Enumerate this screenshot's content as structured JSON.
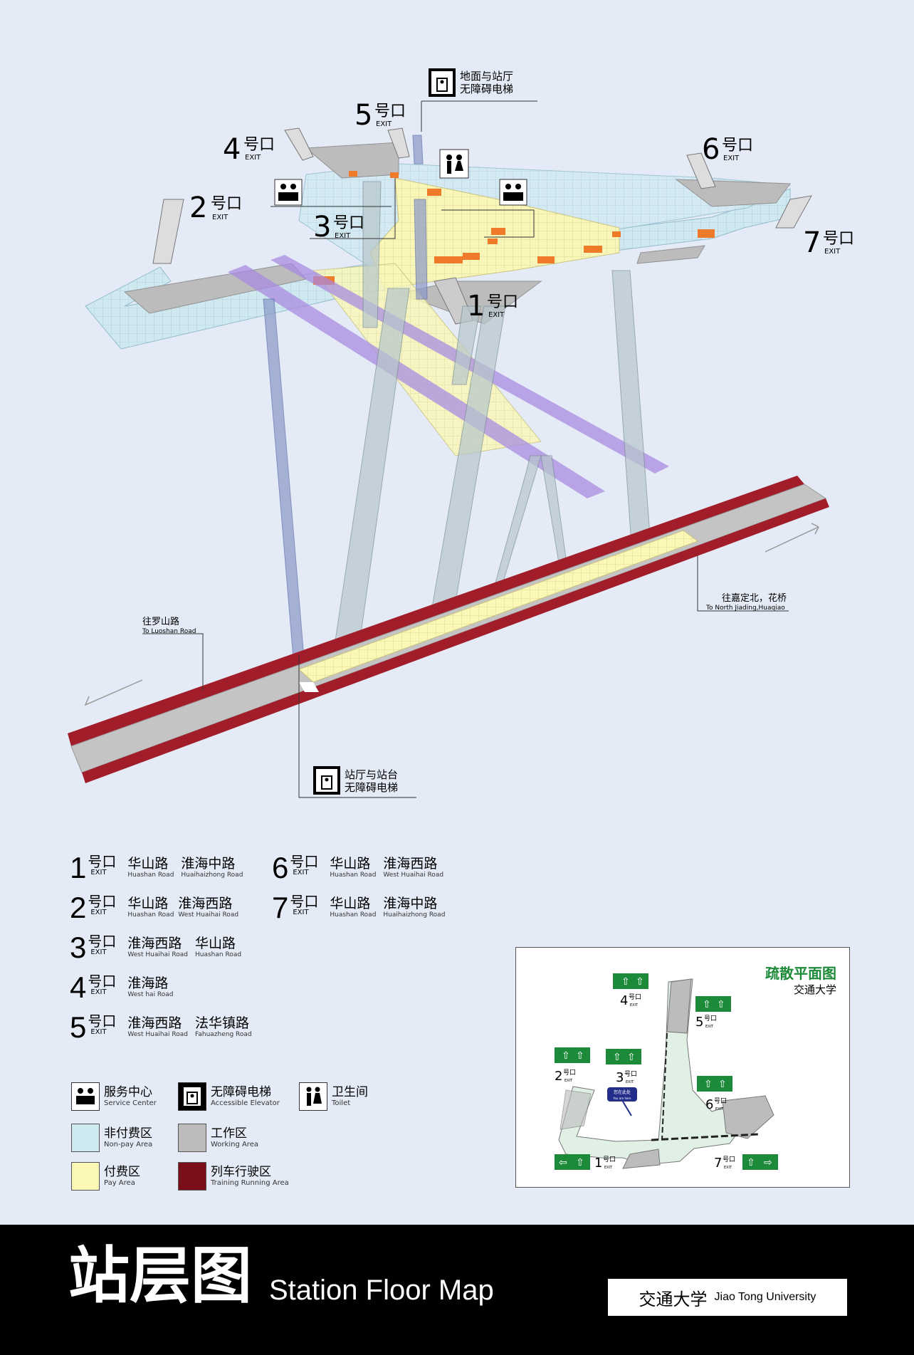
{
  "diagram": {
    "exits": [
      {
        "num": "1",
        "hao": "号口",
        "exit": "EXIT"
      },
      {
        "num": "2",
        "hao": "号口",
        "exit": "EXIT"
      },
      {
        "num": "3",
        "hao": "号口",
        "exit": "EXIT"
      },
      {
        "num": "4",
        "hao": "号口",
        "exit": "EXIT"
      },
      {
        "num": "5",
        "hao": "号口",
        "exit": "EXIT"
      },
      {
        "num": "6",
        "hao": "号口",
        "exit": "EXIT"
      },
      {
        "num": "7",
        "hao": "号口",
        "exit": "EXIT"
      }
    ],
    "elevator_top": {
      "line1": "地面与站厅",
      "line2": "无障碍电梯"
    },
    "elevator_bottom": {
      "line1": "站厅与站台",
      "line2": "无障碍电梯"
    },
    "dir_left": {
      "cn": "往罗山路",
      "en": "To Luoshan Road"
    },
    "dir_right": {
      "cn": "往嘉定北，花桥",
      "en": "To North Jiading,Huaqiao"
    }
  },
  "legend": {
    "exits": [
      {
        "num": "1",
        "hao": "号口",
        "exit": "EXIT",
        "roads": [
          {
            "cn": "华山路",
            "en": "Huashan Road"
          },
          {
            "cn": "淮海中路",
            "en": "Huaihaizhong Road"
          }
        ]
      },
      {
        "num": "2",
        "hao": "号口",
        "exit": "EXIT",
        "roads": [
          {
            "cn": "华山路",
            "en": "Huashan Road"
          },
          {
            "cn": "淮海西路",
            "en": "West Huaihai Road"
          }
        ]
      },
      {
        "num": "3",
        "hao": "号口",
        "exit": "EXIT",
        "roads": [
          {
            "cn": "淮海西路",
            "en": "West Huaihai Road"
          },
          {
            "cn": "华山路",
            "en": "Huashan Road"
          }
        ]
      },
      {
        "num": "4",
        "hao": "号口",
        "exit": "EXIT",
        "roads": [
          {
            "cn": "淮海路",
            "en": "West hai Road"
          }
        ]
      },
      {
        "num": "5",
        "hao": "号口",
        "exit": "EXIT",
        "roads": [
          {
            "cn": "淮海西路",
            "en": "West Huaihai Road"
          },
          {
            "cn": "法华镇路",
            "en": "Fahuazheng Road"
          }
        ]
      },
      {
        "num": "6",
        "hao": "号口",
        "exit": "EXIT",
        "roads": [
          {
            "cn": "华山路",
            "en": "Huashan Road"
          },
          {
            "cn": "淮海西路",
            "en": "West Huaihai Road"
          }
        ]
      },
      {
        "num": "7",
        "hao": "号口",
        "exit": "EXIT",
        "roads": [
          {
            "cn": "华山路",
            "en": "Huashan Road"
          },
          {
            "cn": "淮海中路",
            "en": "Huaihaizhong Road"
          }
        ]
      }
    ],
    "keys": [
      {
        "cn": "服务中心",
        "en": "Service Center",
        "icon": "service-center-icon"
      },
      {
        "cn": "无障碍电梯",
        "en": "Accessible Elevator",
        "icon": "accessible-elevator-icon"
      },
      {
        "cn": "卫生间",
        "en": "Toilet",
        "icon": "toilet-icon"
      },
      {
        "cn": "非付费区",
        "en": "Non-pay Area",
        "color": "#cfe9f0"
      },
      {
        "cn": "工作区",
        "en": "Working Area",
        "color": "#bcbcbc"
      },
      {
        "cn": "付费区",
        "en": "Pay Area",
        "color": "#fbf7b6"
      },
      {
        "cn": "列车行驶区",
        "en": "Training Running Area",
        "color": "#7a0f1a"
      }
    ]
  },
  "evacuation": {
    "title": "疏散平面图",
    "station": "交通大学",
    "you_are_here_cn": "您在此处",
    "you_are_here_en": "You are here",
    "exits": [
      {
        "num": "1",
        "hao": "号口",
        "exit": "EXIT"
      },
      {
        "num": "2",
        "hao": "号口",
        "exit": "EXIT"
      },
      {
        "num": "3",
        "hao": "号口",
        "exit": "EXIT"
      },
      {
        "num": "4",
        "hao": "号口",
        "exit": "EXIT"
      },
      {
        "num": "5",
        "hao": "号口",
        "exit": "EXIT"
      },
      {
        "num": "6",
        "hao": "号口",
        "exit": "EXIT"
      },
      {
        "num": "7",
        "hao": "号口",
        "exit": "EXIT"
      }
    ]
  },
  "footer": {
    "title_cn": "站层图",
    "title_en": "Station Floor Map",
    "station_cn": "交通大学",
    "station_en": "Jiao Tong University"
  },
  "colors": {
    "background": "#e4ebf6",
    "non_pay": "#cfe9f0",
    "pay": "#fbf7b6",
    "working": "#bcbcbc",
    "track": "#7a0f1a",
    "evac_green": "#1d8a3a"
  }
}
